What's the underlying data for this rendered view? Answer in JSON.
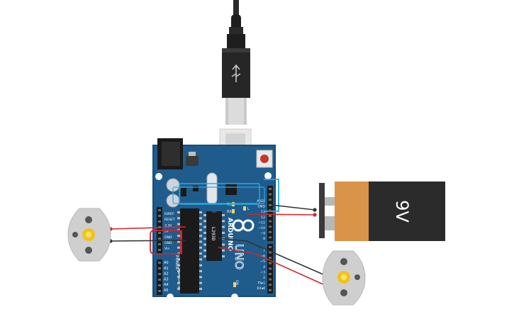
{
  "board": {
    "brand_name": "ARDUINO",
    "model_name": "UNO",
    "power_header_labels": [
      "IOREF",
      "RESET",
      "3.3V",
      "5V",
      "GND",
      "GND",
      "Vin"
    ],
    "analog_header_title": "ANALOG IN",
    "analog_pin_labels": [
      "A0",
      "A1",
      "A2",
      "A3",
      "A4",
      "A5"
    ],
    "power_header_title": "POWER",
    "digital_top_labels": [
      "AREF",
      "GND",
      "13",
      "12",
      "~11",
      "~10",
      "~9",
      "8"
    ],
    "digital_bottom_labels": [
      "7",
      "~6",
      "~5",
      "4",
      "~3",
      "2",
      "TX▸1",
      "RX◂0"
    ],
    "led_labels": [
      "TX",
      "RX",
      "L"
    ],
    "on_label": "ON"
  },
  "chip": {
    "label": "L293D"
  },
  "battery": {
    "label": "9V"
  },
  "colors": {
    "board_blue": "#1f5c8c",
    "wire_red": "#d2262a",
    "wire_black": "#333333",
    "highlight_red": "#d9222a",
    "highlight_cyan": "#2aaae2",
    "battery_orange": "#d99449",
    "battery_black": "#2b2b2b"
  },
  "icons": [
    "usb-cable-icon",
    "dc-barrel-jack-icon",
    "reset-button-icon",
    "motor-gear-icon"
  ]
}
